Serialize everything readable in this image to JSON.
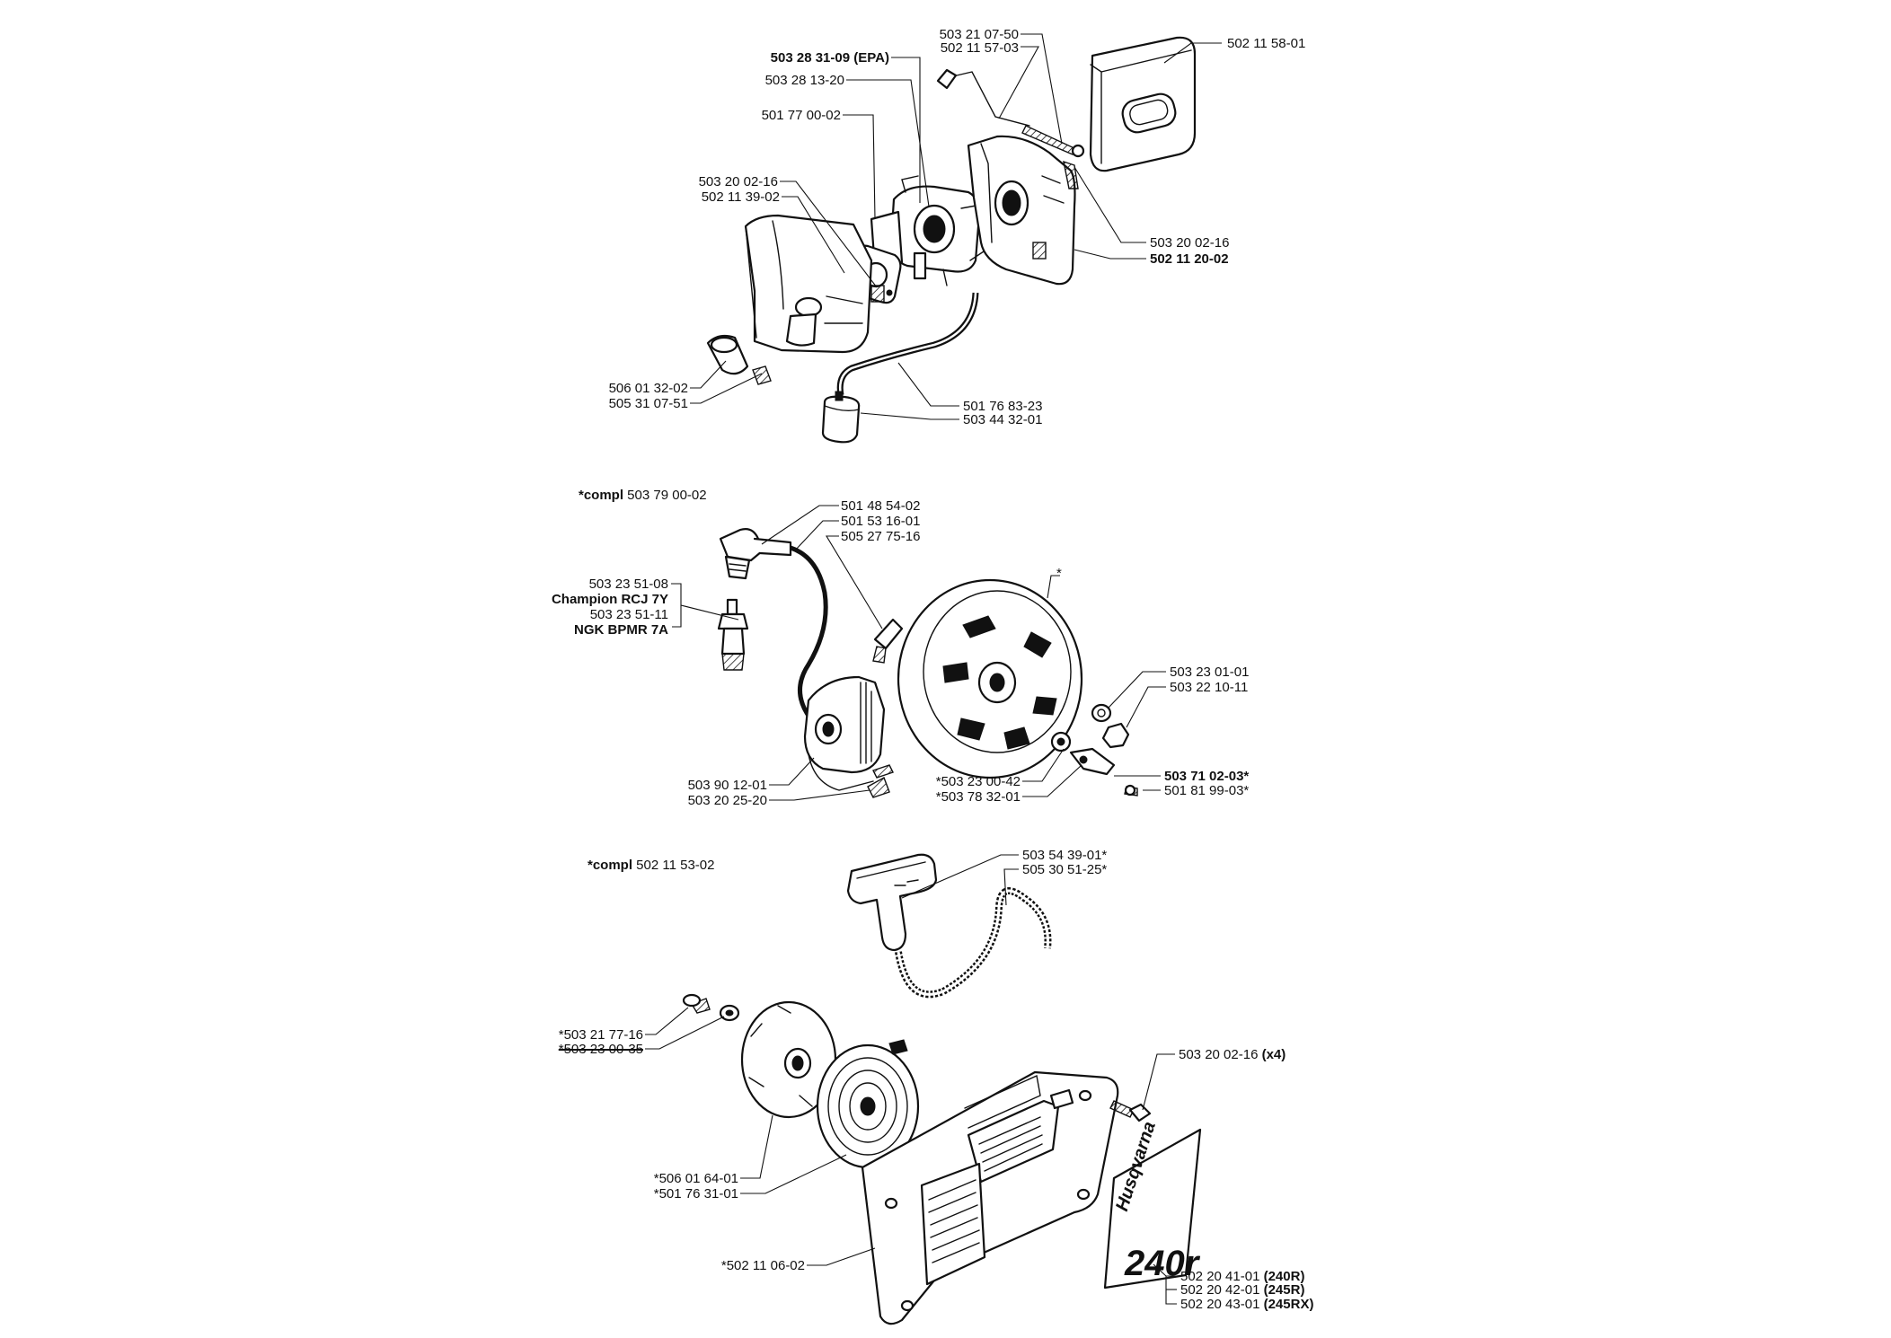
{
  "labels": {
    "c_0502115801": "502 11 58-01",
    "c_0503210750": "503 21 07-50",
    "c_0502115703": "502 11 57-03",
    "c_0503283109": "503 28 31-09",
    "c_epa": "(EPA)",
    "c_0503281320": "503 28 13-20",
    "c_0501770002": "501 77 00-02",
    "c_0503200216a": "503 20 02-16",
    "c_0502113902": "502 11 39-02",
    "c_0503200216b": "503 20 02-16",
    "c_0502112002": "502 11 20-02",
    "c_0506013202": "506 01 32-02",
    "c_0505310751": "505 31 07-51",
    "c_0501768323": "501 76 83-23",
    "c_0503443201": "503 44 32-01",
    "compl1_prefix": "*compl",
    "compl1_num": " 503 79 00-02",
    "i_0501485402": "501 48 54-02",
    "i_0501531601": "501 53 16-01",
    "i_0505277516": "505 27 75-16",
    "i_0503235108": "503 23 51-08",
    "i_champion": "Champion RCJ 7Y",
    "i_0503235111": "503 23 51-11",
    "i_ngk": "NGK BPMR 7A",
    "i_star": "*",
    "i_0503230101": "503 23 01-01",
    "i_0503221011": "503 22 10-11",
    "i_0503230042": "*503 23 00-42",
    "i_0503783201": "*503 78 32-01",
    "i_0503710203": "503 71 02-03*",
    "i_0501819903": "501 81 99-03*",
    "i_0503901201": "503 90 12-01",
    "i_0503202520": "503 20 25-20",
    "compl2_prefix": "*compl",
    "compl2_num": " 502 11 53-02",
    "s_0503543901": "503 54 39-01*",
    "s_0505305125": "505 30 51-25*",
    "s_0503217716": "*503 21 77-16",
    "s_0503230035": "*503 23 00-35",
    "s_0503200216": "503 20 02-16",
    "s_x4": "(x4)",
    "s_0506016401": "*506 01 64-01",
    "s_0501763101": "*501 76 31-01",
    "s_0502110602": "*502 11 06-02",
    "s_0502204101": "502 20 41-01",
    "s_240r_tag": "(240R)",
    "s_0502204201": "502 20 42-01",
    "s_245r_tag": "(245R)",
    "s_0502204301": "502 20 43-01",
    "s_245rx_tag": "(245RX)",
    "decal_brand": "Husqvarna",
    "decal_model": "240r"
  },
  "colors": {
    "ink": "#111111",
    "paper": "#ffffff"
  }
}
